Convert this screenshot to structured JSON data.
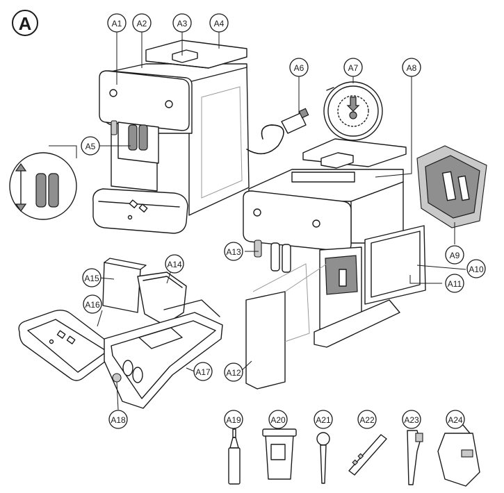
{
  "figure_label": "A",
  "parts": [
    "A1",
    "A2",
    "A3",
    "A4",
    "A5",
    "A6",
    "A7",
    "A8",
    "A9",
    "A10",
    "A11",
    "A12",
    "A13",
    "A14",
    "A15",
    "A16",
    "A17",
    "A18",
    "A19",
    "A20",
    "A21",
    "A22",
    "A23",
    "A24"
  ],
  "colors": {
    "line": "#1a1a1a",
    "fill": "#ffffff",
    "shade": "#8f8f8f",
    "light_shade": "#c9c9c9"
  }
}
